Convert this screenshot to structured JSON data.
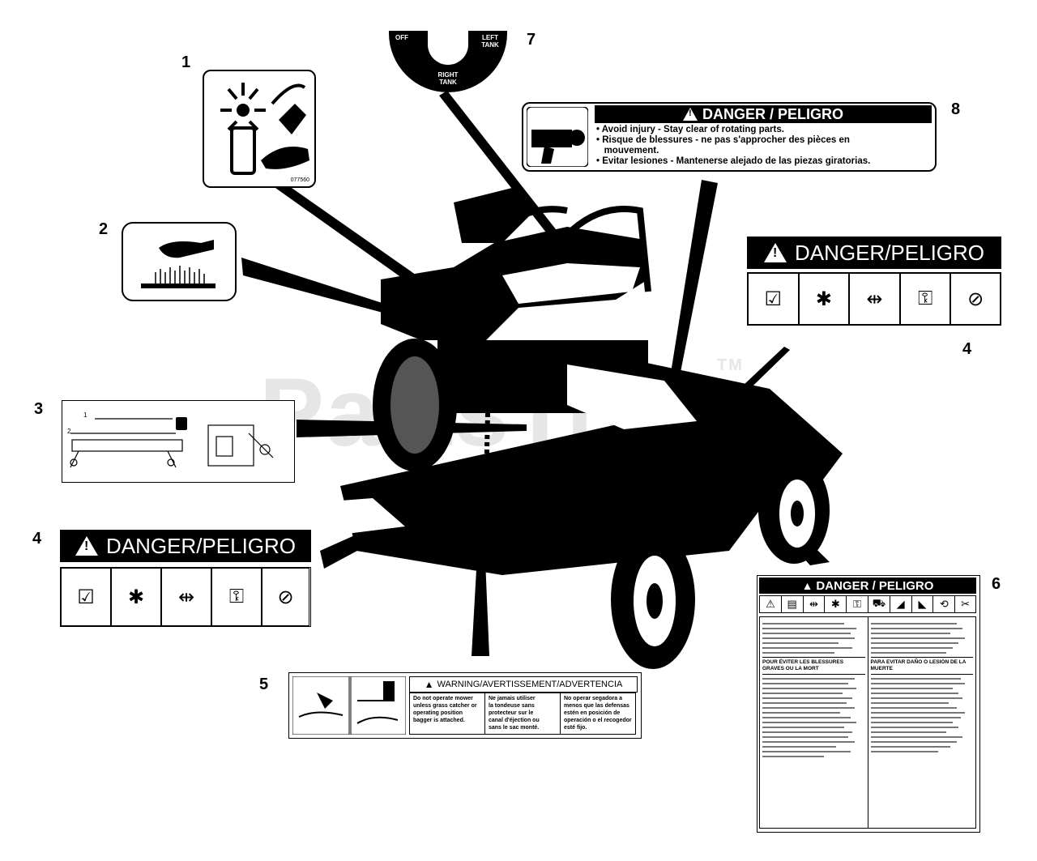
{
  "watermark": {
    "text": "PartsTree",
    "tm": "TM"
  },
  "callouts": [
    "1",
    "2",
    "3",
    "4",
    "4",
    "5",
    "6",
    "7",
    "8"
  ],
  "decal7": {
    "off": "OFF",
    "left_tank": "LEFT TANK",
    "right_tank": "RIGHT TANK"
  },
  "decal1": {
    "part_no": "077560"
  },
  "decal8": {
    "title": "DANGER / PELIGRO",
    "lines": [
      "• Avoid injury - Stay clear of rotating parts.",
      "• Risque de blessures - ne pas s'approcher des pièces en",
      "   mouvement.",
      "• Evitar lesiones - Mantenerse alejado de las piezas giratorias."
    ]
  },
  "decal4": {
    "title": "DANGER/PELIGRO"
  },
  "decal5": {
    "title": "WARNING/AVERTISSEMENT/ADVERTENCIA",
    "cols": [
      [
        "Do not operate mower",
        "unless grass catcher or",
        "operating position",
        "bagger is attached."
      ],
      [
        "Ne jamais utiliser",
        "la tondeuse sans",
        "protecteur sur le",
        "canal d'éjection ou",
        "sans le sac monté."
      ],
      [
        "No operar segadora a",
        "menos que las defensas",
        "estén en posición de",
        "operación o el recogedor",
        "esté fijo."
      ]
    ]
  },
  "decal6": {
    "title": "DANGER / PELIGRO",
    "sub1": "POUR ÉVITER LES BLESSURES GRAVES OU LA MORT",
    "sub2": "PARA EVITAR DAÑO O LESIÓN DE LA MUERTE"
  }
}
